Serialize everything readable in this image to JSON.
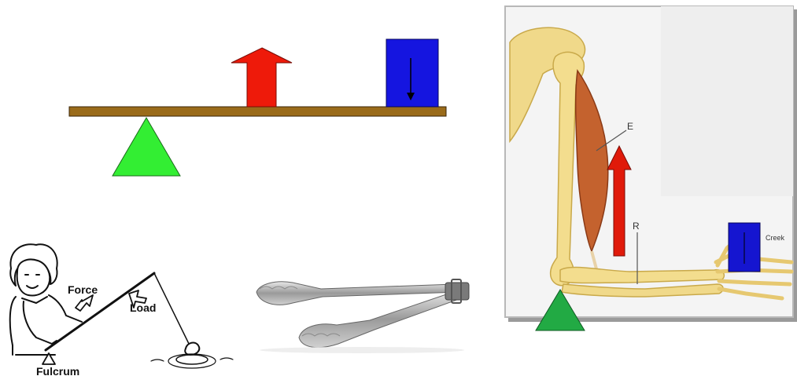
{
  "lever_diagram": {
    "beam_color": "#9a6b1a",
    "fulcrum_color": "#33ee33",
    "effort_color": "#ee1a0a",
    "load_color": "#1515e0"
  },
  "fishing_cartoon": {
    "force_label": "Force",
    "load_label": "Load",
    "fulcrum_label": "Fulcrum"
  },
  "arm_diagram": {
    "effort_label": "E",
    "resistance_label": "R",
    "load_label": "Creek",
    "effort_color": "#e01a0a",
    "load_color": "#1515d0",
    "fulcrum_color": "#22aa44"
  }
}
